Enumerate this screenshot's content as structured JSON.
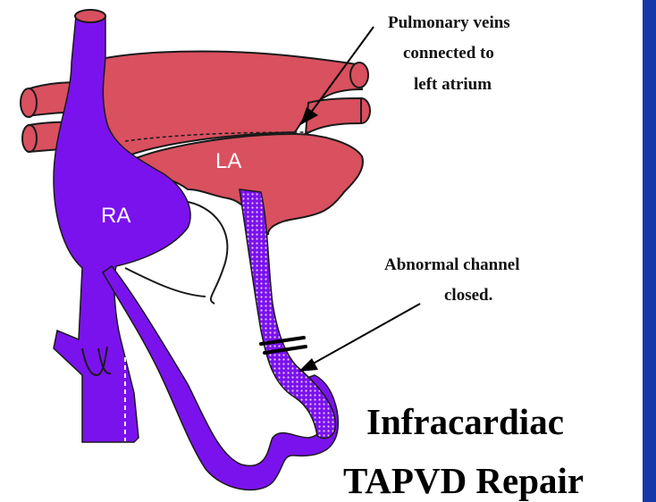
{
  "colors": {
    "vein_purple": "#7a12ee",
    "atrium_red": "#d9505f",
    "outline": "#1a1a1a",
    "side_bar_blue": "#1637a8",
    "background": "#ffffff"
  },
  "labels": {
    "ra": "RA",
    "la": "LA"
  },
  "annotations": {
    "pulmonary_veins": [
      "Pulmonary veins",
      "connected to",
      "left atrium"
    ],
    "abnormal_channel": [
      "Abnormal channel",
      "closed."
    ]
  },
  "title": {
    "line1": "Infracardiac",
    "line2": "TAPVD Repair"
  }
}
